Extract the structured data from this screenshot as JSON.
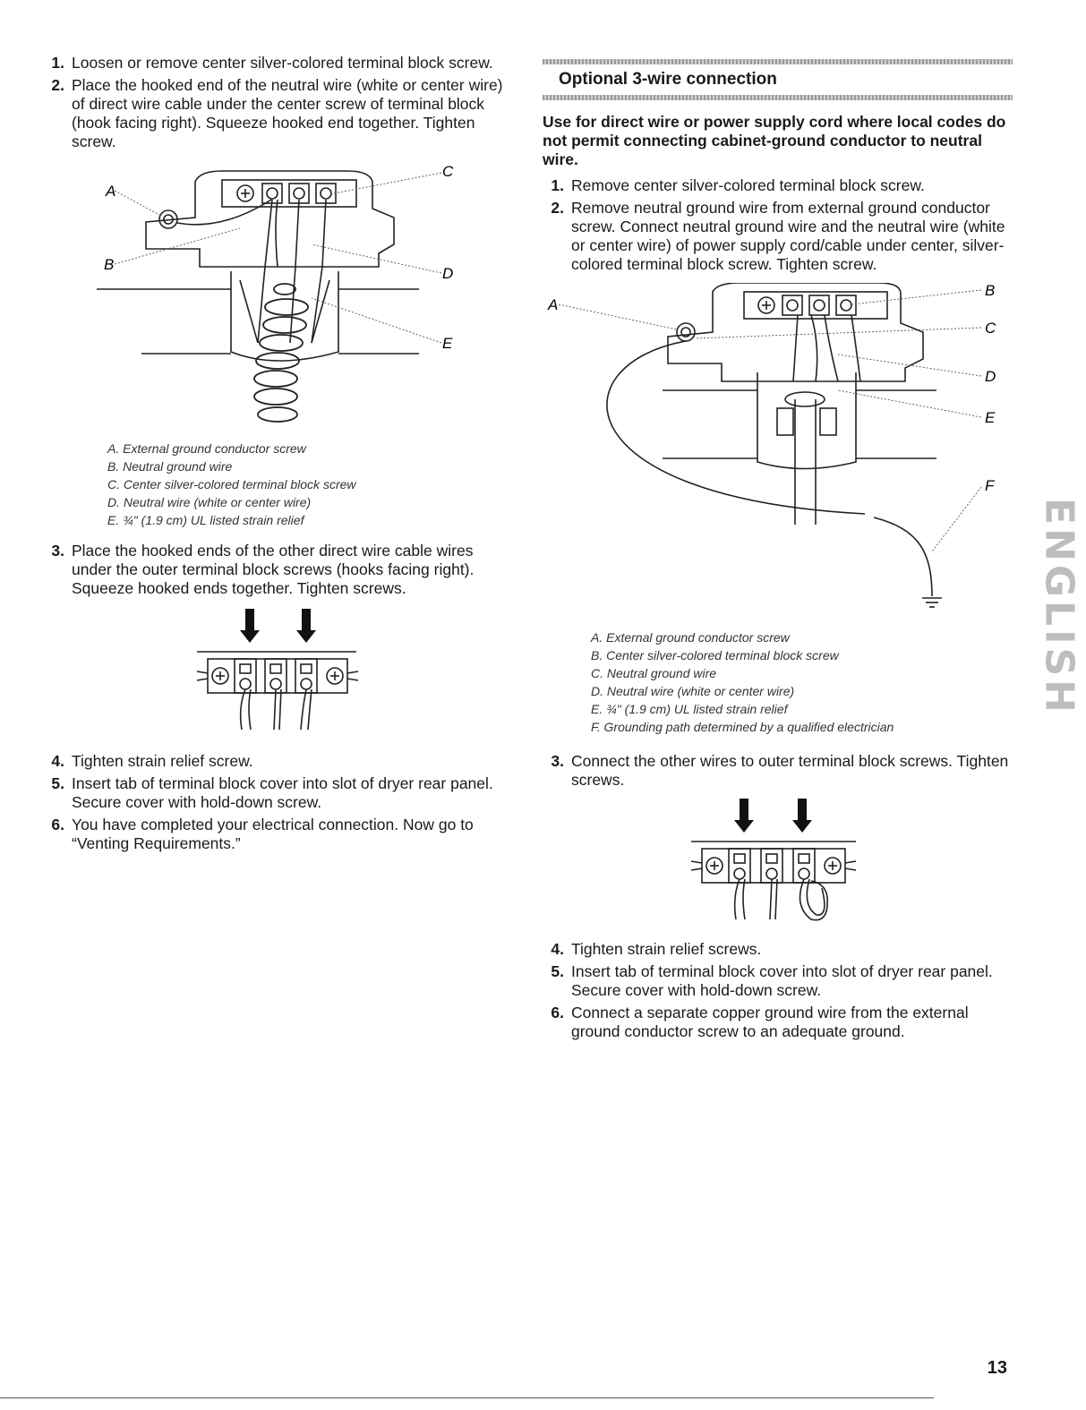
{
  "left": {
    "steps_a": [
      {
        "num": "1",
        "text": "Loosen or remove center silver-colored terminal block screw."
      },
      {
        "num": "2",
        "text": "Place the hooked end of the neutral wire (white or center wire) of direct wire cable under the center screw of terminal block (hook facing right). Squeeze hooked end together. Tighten screw."
      }
    ],
    "fig1_labels": {
      "a": "A",
      "b": "B",
      "c": "C",
      "d": "D",
      "e": "E"
    },
    "fig1_caption": [
      "A. External ground conductor screw",
      "B. Neutral ground wire",
      "C. Center silver-colored terminal block screw",
      "D. Neutral wire (white or center wire)",
      "E. ¾\" (1.9 cm) UL listed strain relief"
    ],
    "steps_b": [
      {
        "num": "3",
        "text": "Place the hooked ends of the other direct wire cable wires under the outer terminal block screws (hooks facing right). Squeeze hooked ends together. Tighten screws."
      }
    ],
    "steps_c": [
      {
        "num": "4",
        "text": "Tighten strain relief screw."
      },
      {
        "num": "5",
        "text": "Insert tab of terminal block cover into slot of dryer rear panel. Secure cover with hold-down screw."
      },
      {
        "num": "6",
        "text": "You have completed your electrical connection. Now go to “Venting Requirements.”"
      }
    ]
  },
  "right": {
    "section_title": "Optional 3-wire connection",
    "intro": "Use for direct wire or power supply cord where local codes do not permit connecting cabinet-ground conductor to neutral wire.",
    "steps_a": [
      {
        "num": "1",
        "text": "Remove center silver-colored terminal block screw."
      },
      {
        "num": "2",
        "text": "Remove neutral ground wire from external ground conductor screw. Connect neutral ground wire and the neutral wire (white or center wire) of power supply cord/cable under center, silver-colored terminal block screw. Tighten screw."
      }
    ],
    "fig2_labels": {
      "a": "A",
      "b": "B",
      "c": "C",
      "d": "D",
      "e": "E",
      "f": "F"
    },
    "fig2_caption": [
      "A. External ground conductor screw",
      "B. Center silver-colored terminal block screw",
      "C. Neutral ground wire",
      "D. Neutral wire (white or center wire)",
      "E. ¾\" (1.9 cm) UL listed strain relief",
      "F. Grounding path determined by a qualified electrician"
    ],
    "steps_b": [
      {
        "num": "3",
        "text": "Connect the other wires to outer terminal block screws. Tighten screws."
      }
    ],
    "steps_c": [
      {
        "num": "4",
        "text": "Tighten strain relief screws."
      },
      {
        "num": "5",
        "text": "Insert tab of terminal block cover into slot of dryer rear panel. Secure cover with hold-down screw."
      },
      {
        "num": "6",
        "text": "Connect a separate copper ground wire from the external ground conductor screw to an adequate ground."
      }
    ]
  },
  "side_tab": "ENGLISH",
  "page_number": "13"
}
